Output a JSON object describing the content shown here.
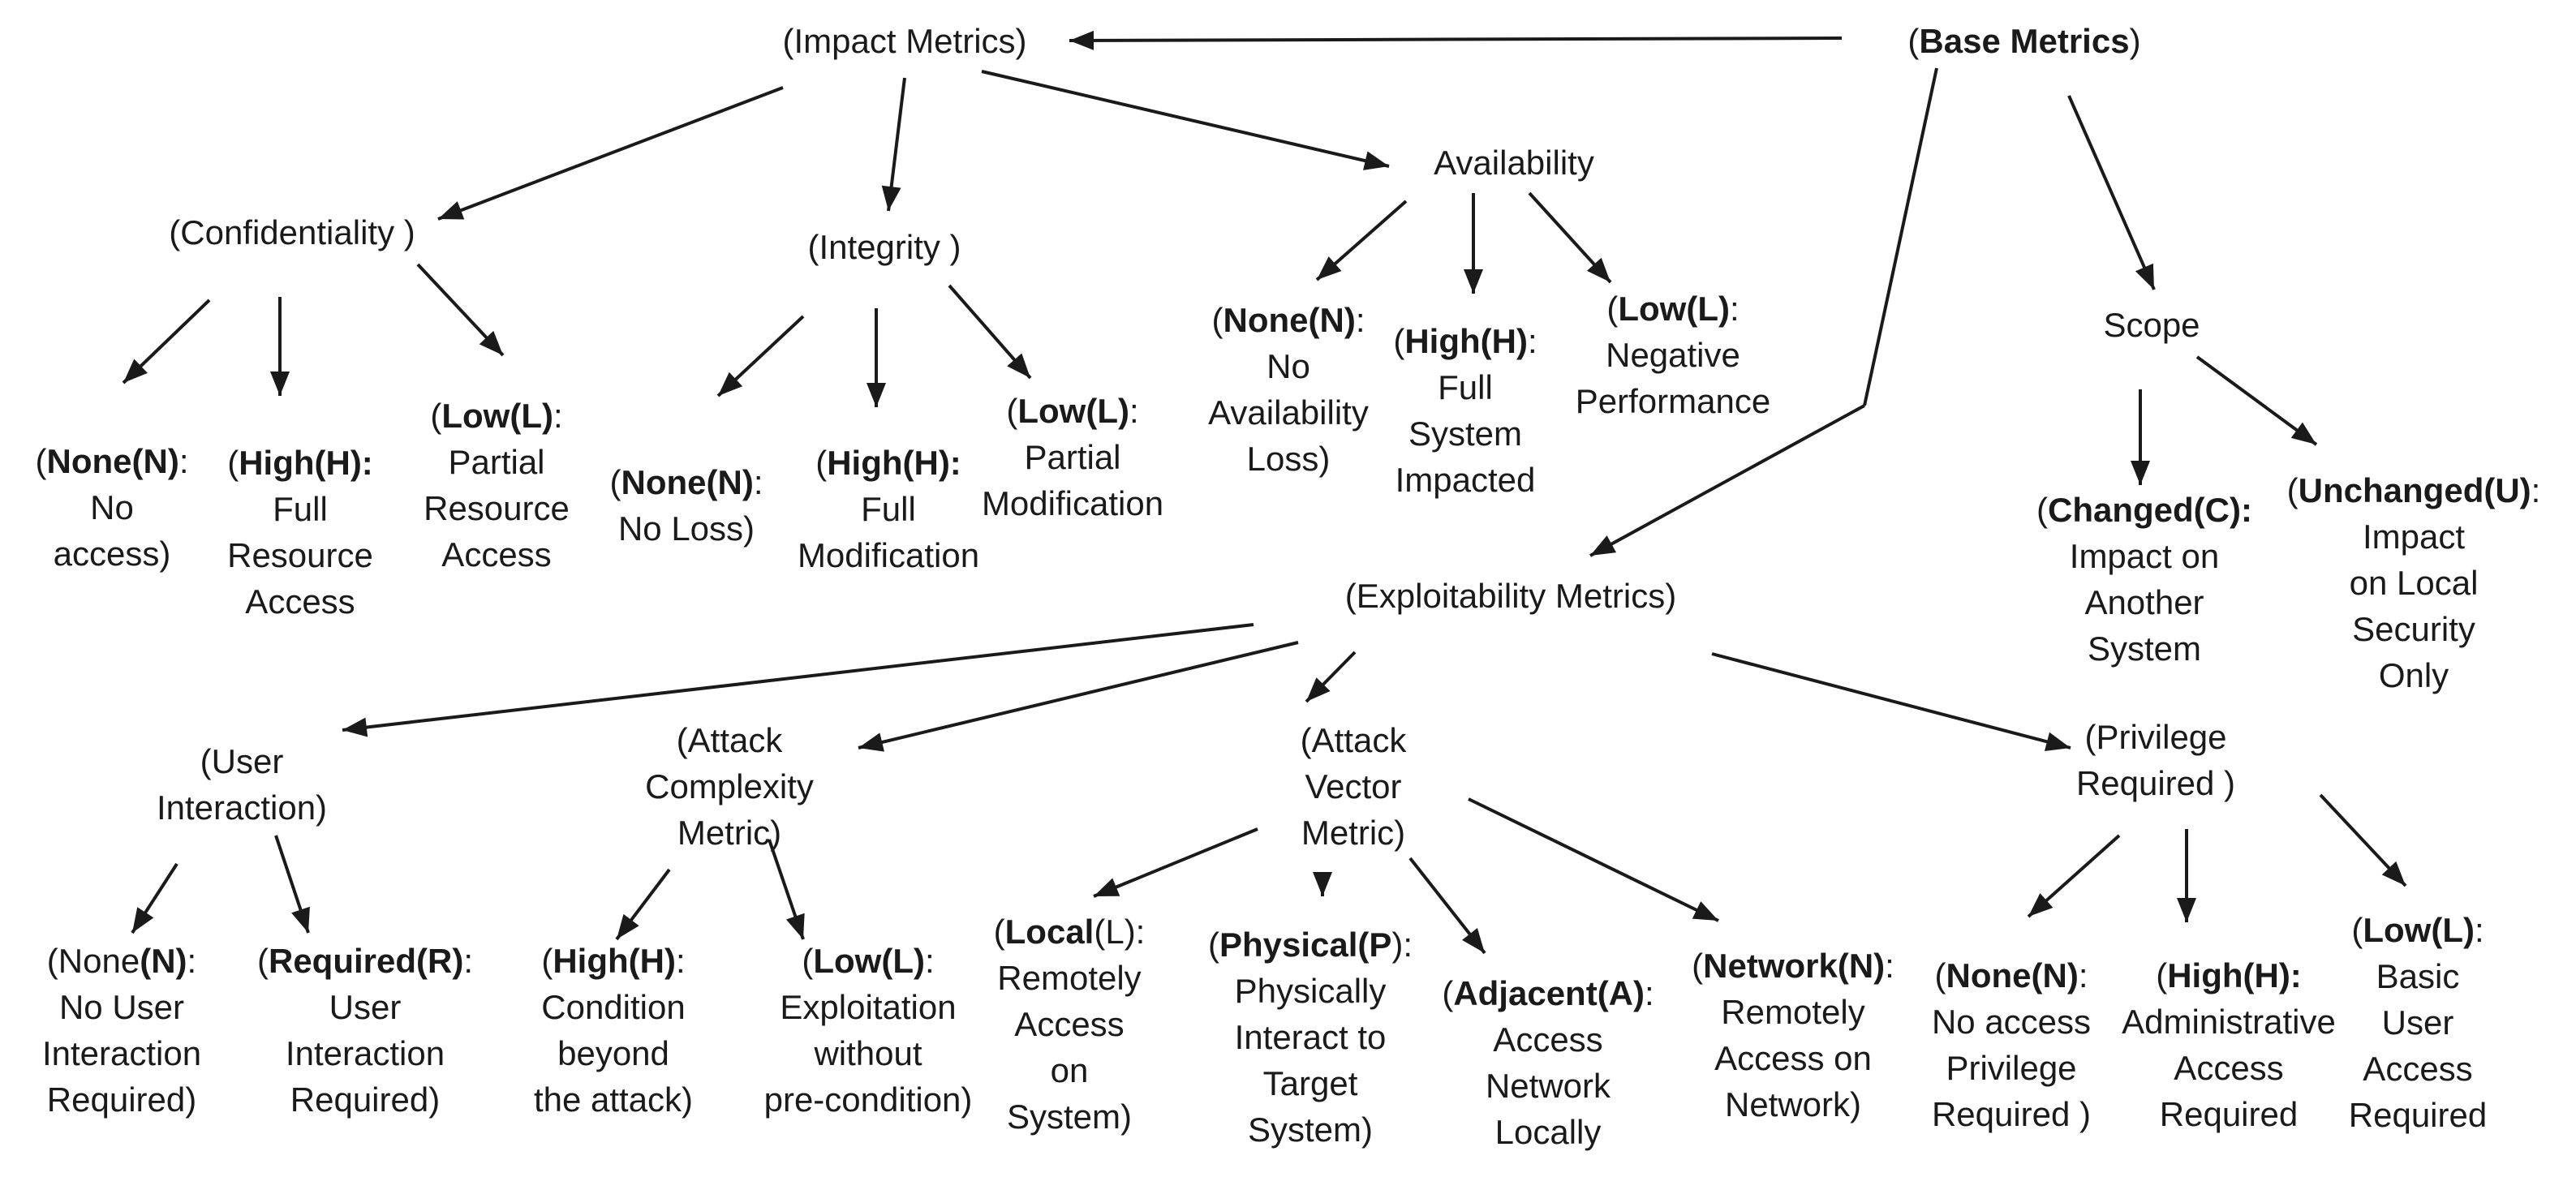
{
  "nodes": {
    "base": {
      "pre": "(",
      "bold": "Base Metrics",
      "post": ")",
      "lines": []
    },
    "impact": {
      "pre": "(Impact Metrics)",
      "bold": "",
      "post": "",
      "lines": []
    },
    "conf": {
      "pre": "(Confidentiality )",
      "bold": "",
      "post": "",
      "lines": []
    },
    "integ": {
      "pre": "(Integrity )",
      "bold": "",
      "post": "",
      "lines": []
    },
    "avail": {
      "pre": "Availability",
      "bold": "",
      "post": "",
      "lines": []
    },
    "scope": {
      "pre": "Scope",
      "bold": "",
      "post": "",
      "lines": []
    },
    "c_none": {
      "pre": "(",
      "bold": "None(N)",
      "post": ":",
      "lines": [
        "No",
        "access)"
      ]
    },
    "c_high": {
      "pre": "(",
      "bold": "High(H):",
      "post": "",
      "lines": [
        "Full",
        "Resource",
        "Access"
      ]
    },
    "c_low": {
      "pre": "(",
      "bold": "Low(L)",
      "post": ":",
      "lines": [
        "Partial",
        "Resource",
        "Access"
      ]
    },
    "i_none": {
      "pre": "(",
      "bold": "None(N)",
      "post": ":",
      "lines": [
        "No Loss)"
      ]
    },
    "i_high": {
      "pre": "(",
      "bold": "High(H):",
      "post": "",
      "lines": [
        "Full",
        "Modification"
      ]
    },
    "i_low": {
      "pre": "(",
      "bold": "Low(L)",
      "post": ":",
      "lines": [
        "Partial",
        "Modification"
      ]
    },
    "a_none": {
      "pre": "(",
      "bold": "None(N)",
      "post": ":",
      "lines": [
        "No",
        "Availability",
        "Loss)"
      ]
    },
    "a_high": {
      "pre": "(",
      "bold": "High(H)",
      "post": ":",
      "lines": [
        "Full",
        "System",
        "Impacted"
      ]
    },
    "a_low": {
      "pre": "(",
      "bold": "Low(L)",
      "post": ":",
      "lines": [
        "Negative",
        "Performance"
      ]
    },
    "s_changed": {
      "pre": "(",
      "bold": "Changed(C):",
      "post": "",
      "lines": [
        "Impact on",
        "Another",
        "System"
      ]
    },
    "s_unchanged": {
      "pre": "(",
      "bold": "Unchanged(U)",
      "post": ":",
      "lines": [
        "Impact",
        "on Local",
        "Security",
        "Only"
      ]
    },
    "exploit": {
      "pre": "(Exploitability Metrics)",
      "bold": "",
      "post": "",
      "lines": []
    },
    "ui": {
      "pre": "(User",
      "bold": "",
      "post": "",
      "lines": [
        "Interaction)"
      ]
    },
    "ac": {
      "pre": "(Attack",
      "bold": "",
      "post": "",
      "lines": [
        "Complexity",
        "Metric)"
      ]
    },
    "av": {
      "pre": "(Attack",
      "bold": "",
      "post": "",
      "lines": [
        "Vector",
        "Metric)"
      ]
    },
    "pr": {
      "pre": "(Privilege",
      "bold": "",
      "post": "",
      "lines": [
        "Required )"
      ]
    },
    "ui_none": {
      "pre": "(None",
      "bold": "(N)",
      "post": ":",
      "lines": [
        "No User",
        "Interaction",
        "Required)"
      ]
    },
    "ui_req": {
      "pre": "(",
      "bold": "Required(R)",
      "post": ":",
      "lines": [
        "User",
        "Interaction",
        "Required)"
      ]
    },
    "ac_high": {
      "pre": "(",
      "bold": "High(H)",
      "post": ":",
      "lines": [
        "Condition",
        "beyond",
        "the attack)"
      ]
    },
    "ac_low": {
      "pre": "(",
      "bold": "Low(L)",
      "post": ":",
      "lines": [
        "Exploitation",
        "without",
        "pre-condition)"
      ]
    },
    "av_local": {
      "pre": "(",
      "bold": "Local",
      "post": "(L):",
      "lines": [
        "Remotely",
        "Access",
        "on",
        "System)"
      ]
    },
    "av_phys": {
      "pre": "(",
      "bold": "Physical(P",
      "post": "):",
      "lines": [
        "Physically",
        "Interact to",
        "Target",
        "System)"
      ]
    },
    "av_adj": {
      "pre": "(",
      "bold": "Adjacent(A)",
      "post": ":",
      "lines": [
        "Access",
        "Network",
        "Locally"
      ]
    },
    "av_net": {
      "pre": "(",
      "bold": "Network(N)",
      "post": ":",
      "lines": [
        "Remotely",
        "Access on",
        "Network)"
      ]
    },
    "pr_none": {
      "pre": "(",
      "bold": "None(N)",
      "post": ":",
      "lines": [
        "No access",
        "Privilege",
        "Required )"
      ]
    },
    "pr_high": {
      "pre": "(",
      "bold": "High(H):",
      "post": "",
      "lines": [
        "Administrative",
        "Access",
        "Required"
      ]
    },
    "pr_low": {
      "pre": "(",
      "bold": "Low(L)",
      "post": ":",
      "lines": [
        "Basic",
        "User",
        "Access",
        "Required"
      ]
    }
  },
  "colors": {
    "text": "#1a1a1a",
    "edge": "#1a1a1a",
    "background": "#ffffff"
  }
}
